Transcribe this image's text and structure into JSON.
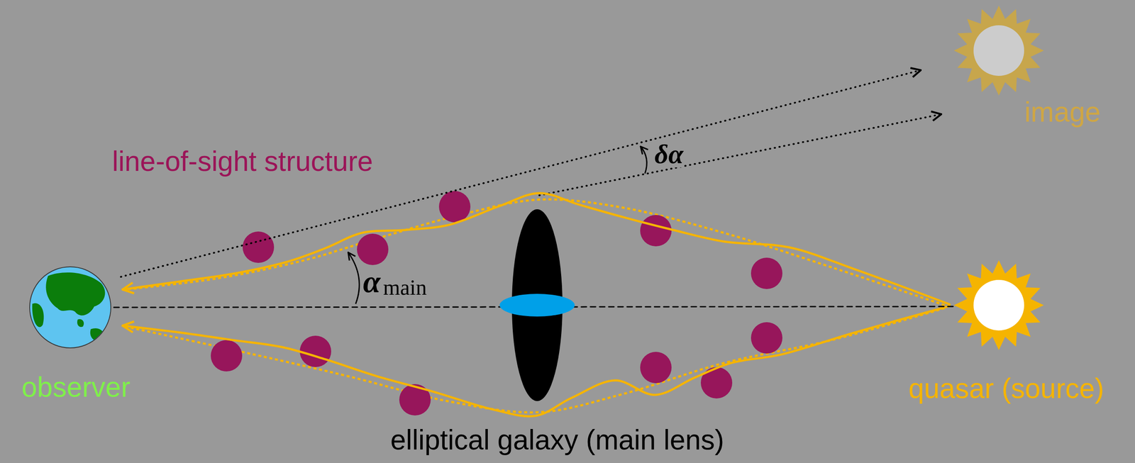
{
  "diagram": {
    "nodes": [
      {
        "text": [
          "observer"
        ]
      },
      {
        "text": [
          "elliptical galaxy (main lens)"
        ]
      },
      {
        "text": [
          "quasar (source)"
        ]
      },
      {
        "text": [
          "image"
        ]
      }
    ],
    "edges": [
      {
        "from": 2,
        "to": 0,
        "arrow": "to"
      },
      {
        "from": 2,
        "to": 0,
        "arrow": "to"
      },
      {
        "from": 0,
        "to": 2,
        "arrow": "none"
      },
      {
        "from": 0,
        "to": 3,
        "arrow": "to"
      }
    ],
    "labels": [
      "line-of-sight structure",
      "α",
      "main",
      "δα"
    ]
  }
}
